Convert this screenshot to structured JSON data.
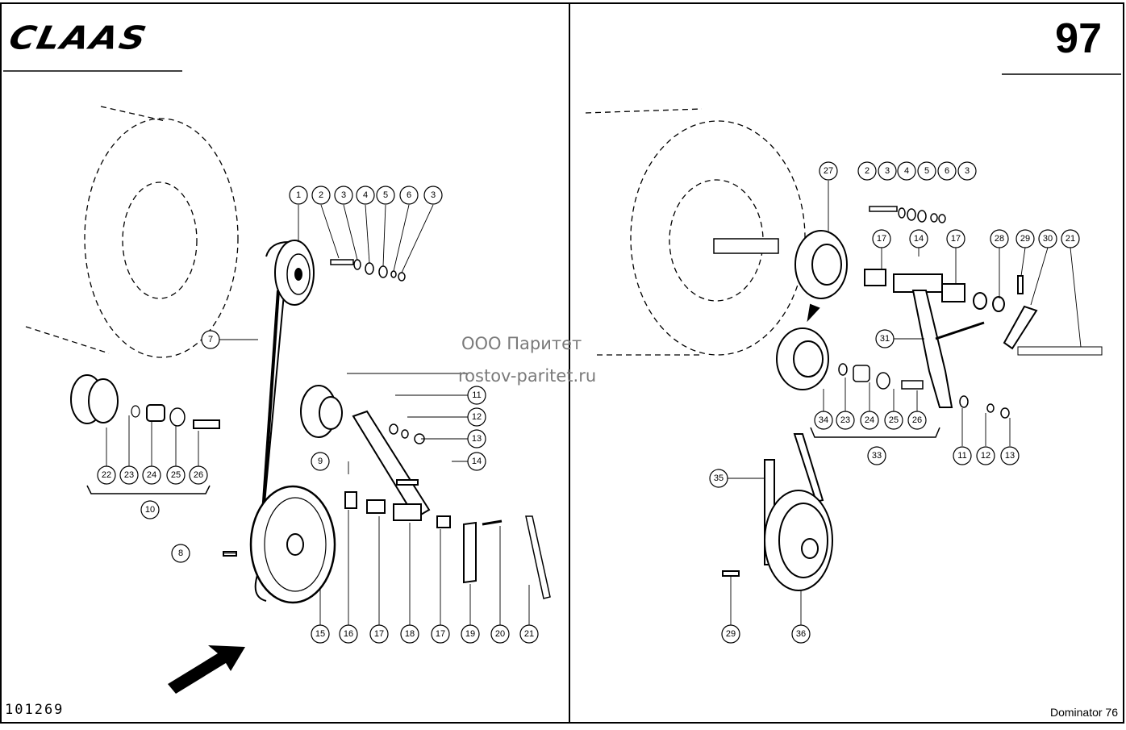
{
  "header": {
    "brand": "CLAAS",
    "page_number": "97"
  },
  "footer": {
    "doc_id": "101269",
    "model": "Dominator 76"
  },
  "watermark": {
    "line1": "ООО Паритет",
    "line2": "rostov-paritet.ru"
  },
  "left_labels": [
    "1",
    "2",
    "3",
    "4",
    "5",
    "6",
    "3",
    "7",
    "8",
    "9",
    "10",
    "11",
    "12",
    "13",
    "14",
    "15",
    "16",
    "17",
    "18",
    "17",
    "19",
    "20",
    "21",
    "22",
    "23",
    "24",
    "25",
    "26"
  ],
  "right_labels": [
    "27",
    "2",
    "3",
    "4",
    "5",
    "6",
    "3",
    "17",
    "14",
    "17",
    "28",
    "29",
    "30",
    "21",
    "31",
    "34",
    "23",
    "24",
    "25",
    "26",
    "33",
    "11",
    "12",
    "13",
    "35",
    "29",
    "36"
  ]
}
